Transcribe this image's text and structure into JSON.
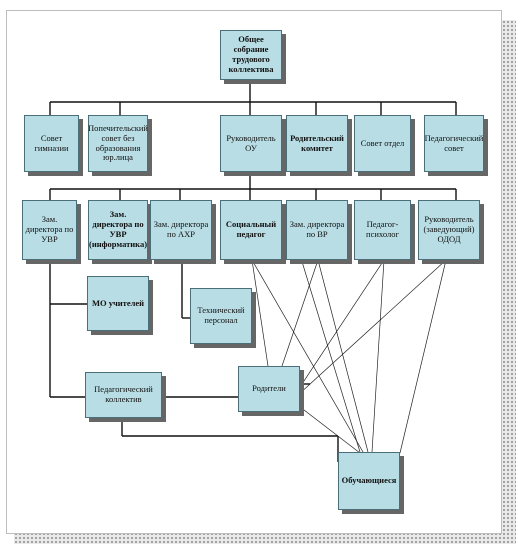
{
  "boxes": {
    "general_meeting": "Общее собрание трудового коллектива",
    "council_gymnasium": "Совет гимназии",
    "trustees": "Попечительский совет без образования юр.лица",
    "head": "Руководитель ОУ",
    "parent_committee": "Родительский комитет",
    "student_council": "Совет отдел",
    "ped_council": "Педагогический совет",
    "deputy_uvr": "Зам. директора по УВР",
    "deputy_uvr_it": "Зам. директора по УВР (информатика)",
    "deputy_ahr": "Зам. директора по АХР",
    "social_pedagogue": "Социальный педагог",
    "deputy_vr": "Зам. директора по ВР",
    "psychologist": "Педагог-психолог",
    "odod_head": "Руководитель (заведующий) ОДОД",
    "mo_teachers": "МО учителей",
    "tech_staff": "Технический персонал",
    "ped_collective": "Педагогический коллектив",
    "parents": "Родители",
    "students": "Обучающиеся"
  }
}
